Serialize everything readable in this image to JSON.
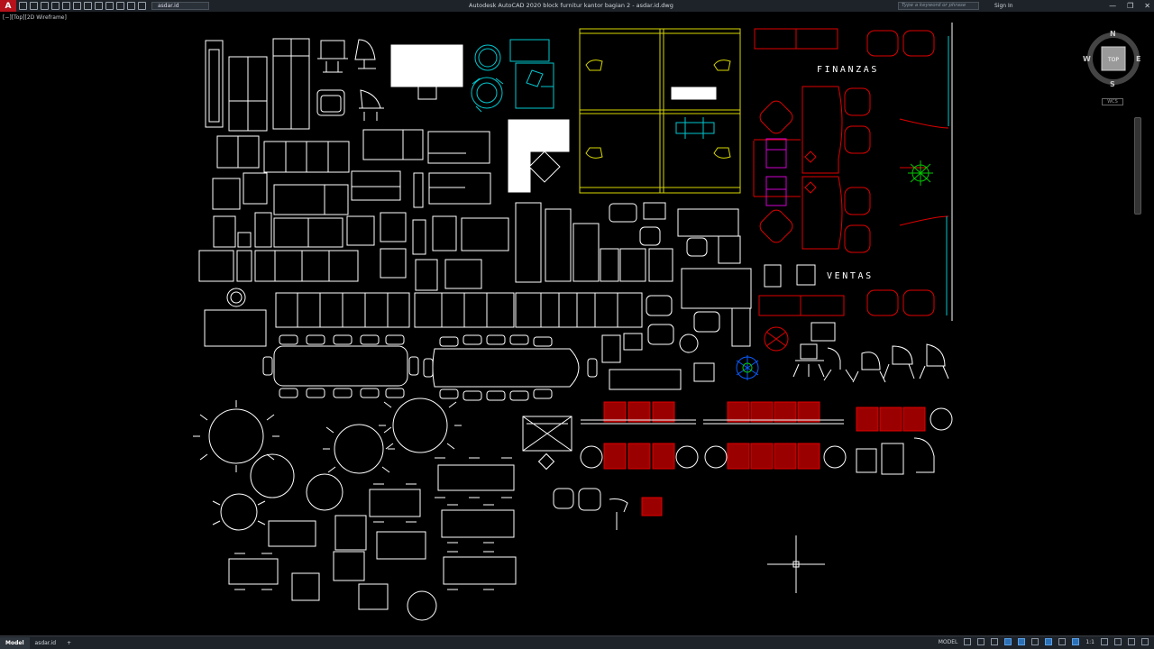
{
  "app": {
    "logo": "A",
    "window_title": "Autodesk AutoCAD 2020   block furnitur kantor bagian 2 - asdar.id.dwg",
    "workspace": "asdar.id",
    "search_placeholder": "Type a keyword or phrase",
    "sign_in": "Sign In",
    "window_controls": [
      "—",
      "❐",
      "✕"
    ]
  },
  "viewport": {
    "label": "[−][Top][2D Wireframe]"
  },
  "drawing": {
    "label_finanzas": "FINANZAS",
    "label_ventas": "VENTAS"
  },
  "viewcube": {
    "face": "TOP",
    "north": "N",
    "south": "S",
    "east": "E",
    "west": "W",
    "wcs": "WCS"
  },
  "status": {
    "tabs": [
      "Model",
      "asdar.id"
    ],
    "model_indicator": "MODEL",
    "scale": "1:1",
    "plus": "+"
  },
  "colors": {
    "line_white": "#ffffff",
    "line_yellow": "#d8d800",
    "line_cyan": "#00c8d0",
    "line_red": "#e00000",
    "fill_red": "#9b0000",
    "line_magenta": "#d000d0",
    "line_green": "#00c800"
  }
}
